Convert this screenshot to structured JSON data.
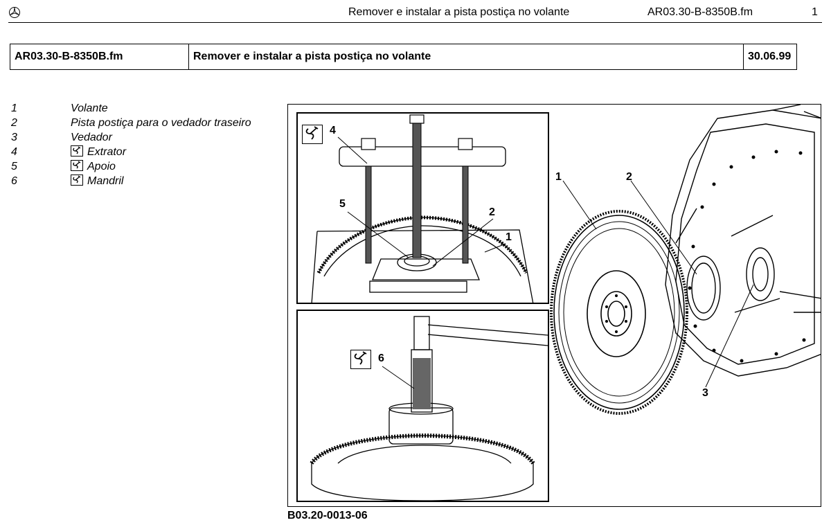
{
  "header": {
    "title": "Remover e instalar a pista postiça no volante",
    "file": "AR03.30-B-8350B.fm",
    "page": "1"
  },
  "info_table": {
    "file": "AR03.30-B-8350B.fm",
    "title": "Remover e instalar a pista postiça no volante",
    "date": "30.06.99"
  },
  "legend": [
    {
      "num": "1",
      "text": "Volante",
      "tool": false
    },
    {
      "num": "2",
      "text": "Pista postiça para o vedador traseiro",
      "tool": false
    },
    {
      "num": "3",
      "text": "Vedador",
      "tool": false
    },
    {
      "num": "4",
      "text": "Extrator",
      "tool": true
    },
    {
      "num": "5",
      "text": "Apoio",
      "tool": true
    },
    {
      "num": "6",
      "text": "Mandril",
      "tool": true
    }
  ],
  "figure": {
    "callouts": {
      "c1": "1",
      "c2": "2",
      "c3": "3",
      "c4": "4",
      "c5": "5",
      "c6": "6"
    },
    "caption": "B03.20-0013-06"
  },
  "icons": {
    "logo": "star-logo-icon",
    "tool": "tool-icon"
  }
}
